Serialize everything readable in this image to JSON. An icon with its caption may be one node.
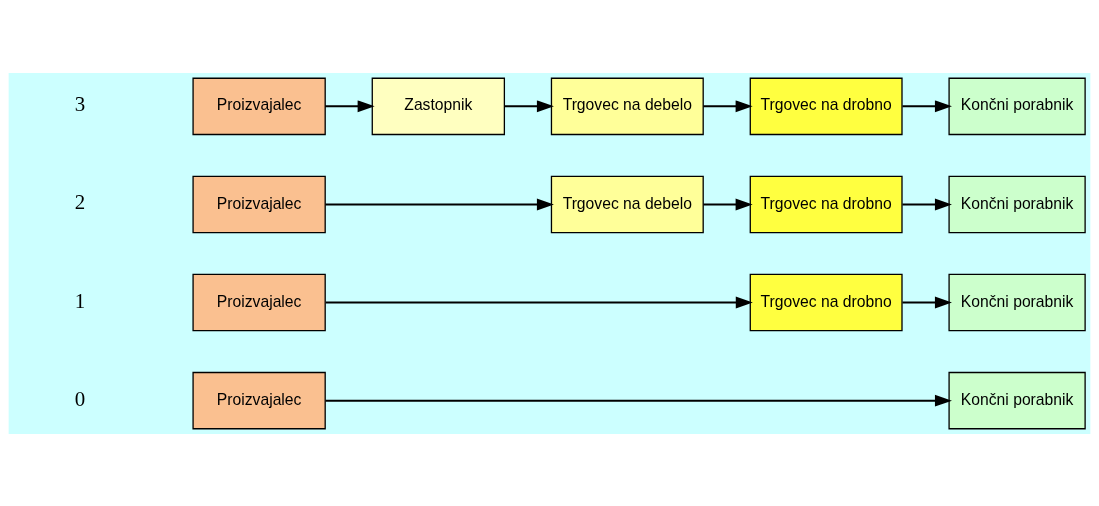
{
  "diagram": {
    "nodes": [
      {
        "text": [
          "Proizvajalec"
        ]
      },
      {
        "text": [
          "Končni porabnik"
        ]
      },
      {
        "text": [
          "Proizvajalec"
        ]
      },
      {
        "text": [
          "Trgovec na drobno"
        ]
      },
      {
        "text": [
          "Končni porabnik"
        ]
      },
      {
        "text": [
          "Proizvajalec"
        ]
      },
      {
        "text": [
          "Trgovec na debelo"
        ]
      },
      {
        "text": [
          "Trgovec na drobno"
        ]
      },
      {
        "text": [
          "Končni porabnik"
        ]
      },
      {
        "text": [
          "Proizvajalec"
        ]
      },
      {
        "text": [
          "Zastopnik"
        ]
      },
      {
        "text": [
          "Trgovec na debelo"
        ]
      },
      {
        "text": [
          "Trgovec na drobno"
        ]
      },
      {
        "text": [
          "Končni porabnik"
        ]
      }
    ],
    "edges": [
      {
        "from": 0,
        "to": 1,
        "arrow": "to"
      },
      {
        "from": 2,
        "to": 3,
        "arrow": "to"
      },
      {
        "from": 3,
        "to": 4,
        "arrow": "to"
      },
      {
        "from": 5,
        "to": 6,
        "arrow": "to"
      },
      {
        "from": 6,
        "to": 7,
        "arrow": "to"
      },
      {
        "from": 7,
        "to": 8,
        "arrow": "to"
      },
      {
        "from": 9,
        "to": 10,
        "arrow": "to"
      },
      {
        "from": 10,
        "to": 11,
        "arrow": "to"
      },
      {
        "from": 11,
        "to": 12,
        "arrow": "to"
      },
      {
        "from": 12,
        "to": 13,
        "arrow": "to"
      }
    ],
    "labels": [
      "0",
      "1",
      "2",
      "3"
    ]
  }
}
